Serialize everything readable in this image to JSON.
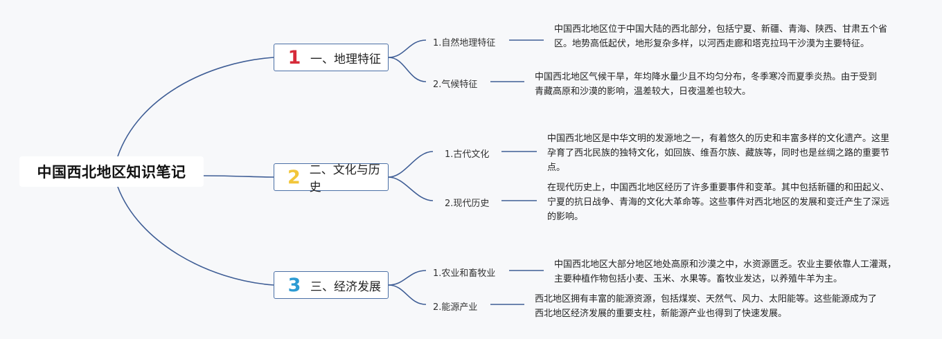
{
  "root": {
    "label": "中国西北地区知识笔记"
  },
  "branches": [
    {
      "num": "1",
      "num_color": "#d62b3a",
      "title": "一、地理特征",
      "subs": [
        {
          "label": "1.自然地理特征",
          "desc": "中国西北地区位于中国大陆的西北部分，包括宁夏、新疆、青海、陕西、甘肃五个省区。地势高低起伏，地形复杂多样，以河西走廊和塔克拉玛干沙漠为主要特征。"
        },
        {
          "label": "2.气候特征",
          "desc": "中国西北地区气候干旱，年均降水量少且不均匀分布，冬季寒冷而夏季炎热。由于受到青藏高原和沙漠的影响，温差较大，日夜温差也较大。"
        }
      ]
    },
    {
      "num": "2",
      "num_color": "#f2c63a",
      "title": "二、文化与历史",
      "subs": [
        {
          "label": "1.古代文化",
          "desc": "中国西北地区是中华文明的发源地之一，有着悠久的历史和丰富多样的文化遗产。这里孕育了西北民族的独特文化，如回族、维吾尔族、藏族等，同时也是丝绸之路的重要节点。"
        },
        {
          "label": "2.现代历史",
          "desc": "在现代历史上，中国西北地区经历了许多重要事件和变革。其中包括新疆的和田起义、宁夏的抗日战争、青海的文化大革命等。这些事件对西北地区的发展和变迁产生了深远的影响。"
        }
      ]
    },
    {
      "num": "3",
      "num_color": "#2d9bd3",
      "title": "三、经济发展",
      "subs": [
        {
          "label": "1.农业和畜牧业",
          "desc": "中国西北地区大部分地区地处高原和沙漠之中，水资源匮乏。农业主要依靠人工灌溉，主要种植作物包括小麦、玉米、水果等。畜牧业发达，以养殖牛羊为主。"
        },
        {
          "label": "2.能源产业",
          "desc": "西北地区拥有丰富的能源资源，包括煤炭、天然气、风力、太阳能等。这些能源成为了西北地区经济发展的重要支柱，新能源产业也得到了快速发展。"
        }
      ]
    }
  ]
}
